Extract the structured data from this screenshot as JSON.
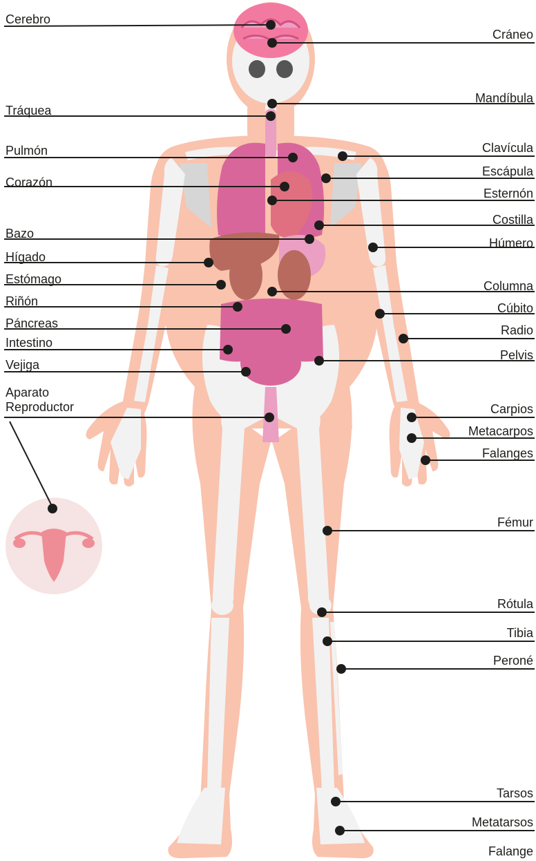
{
  "colors": {
    "skin": "#f9c3ae",
    "bone": "#f2f2f2",
    "bone_shadow": "#d6d6d6",
    "organ": "#d9669a",
    "organ_light": "#ea9fc3",
    "liver": "#b86a5e",
    "heart": "#e07080",
    "brain": "#f27aa1",
    "leader": "#1d1d1b",
    "inset_bg": "#f6e3e3"
  },
  "labels": {
    "left": [
      {
        "id": "cerebro",
        "text": "Cerebro"
      },
      {
        "id": "traquea",
        "text": "Tráquea"
      },
      {
        "id": "pulmon",
        "text": "Pulmón"
      },
      {
        "id": "corazon",
        "text": "Corazón"
      },
      {
        "id": "bazo",
        "text": "Bazo"
      },
      {
        "id": "higado",
        "text": "Hígado"
      },
      {
        "id": "estomago",
        "text": "Estómago"
      },
      {
        "id": "rinon",
        "text": "Riñón"
      },
      {
        "id": "pancreas",
        "text": "Páncreas"
      },
      {
        "id": "intestino",
        "text": "Intestino"
      },
      {
        "id": "vejiga",
        "text": "Vejiga"
      },
      {
        "id": "aparato",
        "text": "Aparato",
        "text2": "Reproductor"
      }
    ],
    "right": [
      {
        "id": "craneo",
        "text": "Cráneo"
      },
      {
        "id": "mandibula",
        "text": "Mandíbula"
      },
      {
        "id": "clavicula",
        "text": "Clavícula"
      },
      {
        "id": "escapula",
        "text": "Escápula"
      },
      {
        "id": "esternon",
        "text": "Esternón"
      },
      {
        "id": "costilla",
        "text": "Costilla"
      },
      {
        "id": "humero",
        "text": "Húmero"
      },
      {
        "id": "columna",
        "text": "Columna"
      },
      {
        "id": "cubito",
        "text": "Cúbito"
      },
      {
        "id": "radio",
        "text": "Radio"
      },
      {
        "id": "pelvis",
        "text": "Pelvis"
      },
      {
        "id": "carpios",
        "text": "Carpios"
      },
      {
        "id": "metacarpos",
        "text": "Metacarpos"
      },
      {
        "id": "falanges",
        "text": "Falanges"
      },
      {
        "id": "femur",
        "text": "Fémur"
      },
      {
        "id": "rotula",
        "text": "Rótula"
      },
      {
        "id": "tibia",
        "text": "Tibia"
      },
      {
        "id": "perone",
        "text": "Peroné"
      },
      {
        "id": "tarsos",
        "text": "Tarsos"
      },
      {
        "id": "metatarsos",
        "text": "Metatarsos"
      },
      {
        "id": "falange",
        "text": "Falange"
      }
    ]
  }
}
